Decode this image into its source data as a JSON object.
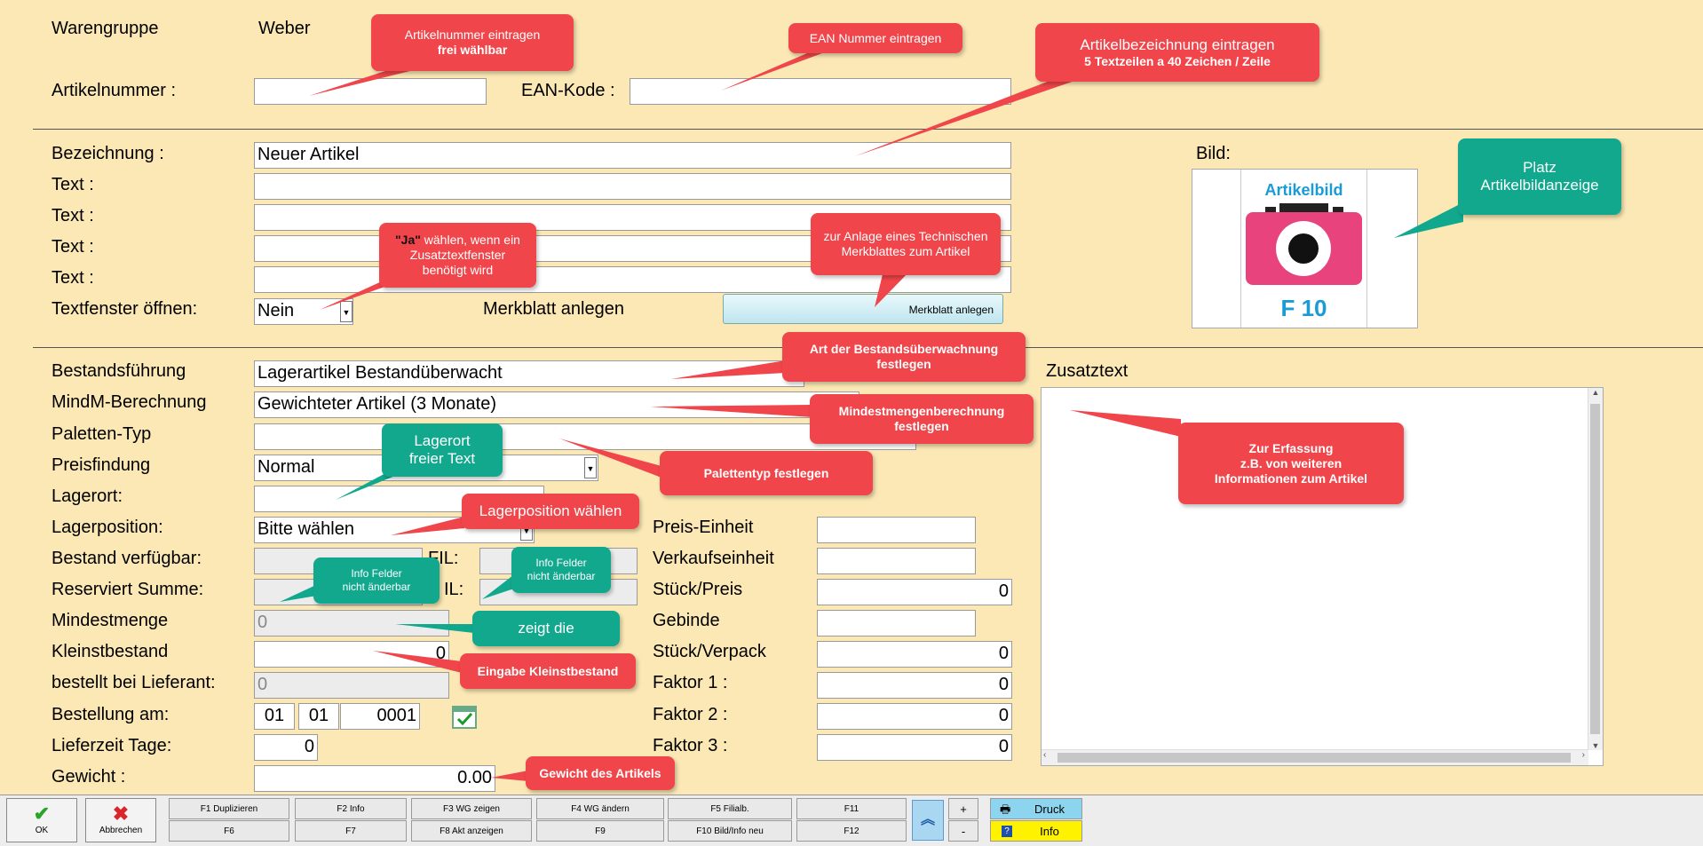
{
  "form": {
    "warengruppe_label": "Warengruppe",
    "warengruppe_value": "Weber",
    "artikelnummer_label": "Artikelnummer :",
    "artikelnummer_value": "",
    "ean_label": "EAN-Kode :",
    "ean_value": "",
    "bezeichnung_label": "Bezeichnung :",
    "bezeichnung_value": "Neuer Artikel",
    "text_label": "Text :",
    "text_values": [
      "",
      "",
      "",
      ""
    ],
    "textfenster_label": "Textfenster öffnen:",
    "textfenster_value": "Nein",
    "merkblatt_label": "Merkblatt anlegen",
    "merkblatt_button": "Merkblatt anlegen",
    "bild_label": "Bild:",
    "bild_title": "Artikelbild",
    "bild_key": "F 10",
    "bestandsfuehrung_label": "Bestandsführung",
    "bestandsfuehrung_value": "Lagerartikel Bestandüberwacht",
    "mindm_label": "MindM-Berechnung",
    "mindm_value": "Gewichteter Artikel (3 Monate)",
    "paletten_label": "Paletten-Typ",
    "paletten_value": "",
    "preisfindung_label": "Preisfindung",
    "preisfindung_value": "Normal",
    "lagerort_label": "Lagerort:",
    "lagerort_value": "",
    "lagerposition_label": "Lagerposition:",
    "lagerposition_value": "Bitte wählen",
    "bestand_label": "Bestand verfügbar:",
    "fil_label_1": "FIL:",
    "reserviert_label": "Reserviert Summe:",
    "fil_label_2": "IL:",
    "mindestmenge_label": "Mindestmenge",
    "mindestmenge_value": "0",
    "kleinstbestand_label": "Kleinstbestand",
    "kleinstbestand_value": "0",
    "bestellt_label": "bestellt bei Lieferant:",
    "bestellt_value": "0",
    "bestellung_label": "Bestellung am:",
    "bestellung_day": "01",
    "bestellung_month": "01",
    "bestellung_year": "0001",
    "lieferzeit_label": "Lieferzeit Tage:",
    "lieferzeit_value": "0",
    "gewicht_label": "Gewicht :",
    "gewicht_value": "0.00",
    "preiseinheit_label": "Preis-Einheit",
    "verkaufseinheit_label": "Verkaufseinheit",
    "stueckpreis_label": "Stück/Preis",
    "stueckpreis_value": "0",
    "gebinde_label": "Gebinde",
    "stueckverpack_label": "Stück/Verpack",
    "stueckverpack_value": "0",
    "faktor1_label": "Faktor 1 :",
    "faktor1_value": "0",
    "faktor2_label": "Faktor 2 :",
    "faktor2_value": "0",
    "faktor3_label": "Faktor 3 :",
    "faktor3_value": "0",
    "zusatztext_label": "Zusatztext"
  },
  "callouts": {
    "artikelnummer_1": "Artikelnummer eintragen",
    "artikelnummer_2": "frei wählbar",
    "ean": "EAN Nummer eintragen",
    "bezeichnung_1": "Artikelbezeichnung eintragen",
    "bezeichnung_2": "5 Textzeilen a 40 Zeichen / Zeile",
    "ja_bold": "\"Ja\"",
    "ja_rest": " wählen, wenn ein Zusatztextfenster benötigt wird",
    "merkblatt": "zur Anlage eines Technischen Merkblattes zum Artikel",
    "platz_1": "Platz",
    "platz_2": "Artikelbildanzeige",
    "bestand_1": "Art der Bestandsüberwachnung",
    "bestand_2": "festlegen",
    "mindest_1": "Mindestmengenberechnung",
    "mindest_2": "festlegen",
    "palette": "Palettentyp festlegen",
    "lagerort_1": "Lagerort",
    "lagerort_2": "freier Text",
    "lagerposition": "Lagerposition wählen",
    "info1_1": "Info Felder",
    "info1_2": "nicht  änderbar",
    "info2_1": "Info Felder",
    "info2_2": "nicht  änderbar",
    "zeigt": "zeigt die",
    "kleinst": "Eingabe Kleinstbestand",
    "gewicht": "Gewicht des Artikels",
    "zusatz_1": "Zur Erfassung",
    "zusatz_2": "z.B. von weiteren",
    "zusatz_3": "Informationen zum Artikel"
  },
  "toolbar": {
    "ok": "OK",
    "abbrechen": "Abbrechen",
    "f1": "F1 Duplizieren",
    "f2": "F2 Info",
    "f3": "F3 WG zeigen",
    "f4": "F4 WG ändern",
    "f5": "F5 Filialb.",
    "f11": "F11",
    "f6": "F6",
    "f7": "F7",
    "f8": "F8 Akt anzeigen",
    "f9": "F9",
    "f10": "F10 Bild/Info neu",
    "f12": "F12",
    "plus": "+",
    "minus": "-",
    "druck": "Druck",
    "info": "Info"
  },
  "colors": {
    "background": "#fbe8b5",
    "callout_red": "#f0454a",
    "callout_green": "#12a88e",
    "camera_pink": "#e9437d",
    "camera_blue": "#1a9bd6"
  }
}
